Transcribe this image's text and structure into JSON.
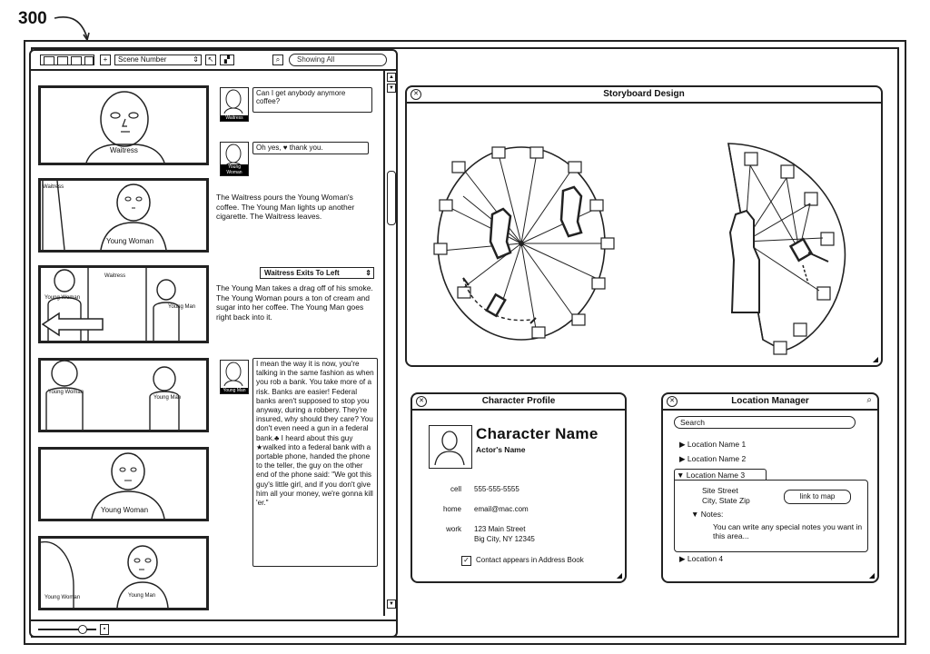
{
  "figure_label": "300",
  "toolbar": {
    "scene_select": "Scene Number",
    "search_placeholder": "Showing All"
  },
  "script_panel": {
    "frames": [
      {
        "labels": [
          "Waitress"
        ]
      },
      {
        "labels": [
          "Waitress",
          "Young Woman"
        ]
      },
      {
        "labels": [
          "Waitress",
          "Young Man",
          "Young Woman"
        ]
      },
      {
        "labels": [
          "Young Woman",
          "Young Man"
        ]
      },
      {
        "labels": [
          "Young Woman"
        ]
      },
      {
        "labels": [
          "Young Woman",
          "Young Man"
        ]
      }
    ],
    "dialogue": {
      "line1": "Can I get anybody anymore coffee?",
      "avatar1": "Waitress",
      "line2": "Oh yes, ♥ thank you.",
      "avatar2": "Young Woman",
      "action1": "The Waitress pours the Young Woman's coffee. The Young Man lights up another cigarette. The Waitress leaves.",
      "transition": "Waitress Exits To Left",
      "action2": "The Young Man takes a drag off of his smoke. The Young Woman pours a ton of cream and sugar into her coffee. The Young Man goes right back into it.",
      "avatar3": "Young Man",
      "speech": "I mean the way it is now, you're talking in the same fashion as when you rob a bank. You take more of a risk. Banks are easier! Federal banks aren't supposed to stop you anyway, during a robbery. They're insured, why should they care? You don't even need a gun in a federal bank.♣ I heard about this guy ★walked into a federal bank with a portable phone, handed the phone to the teller, the guy on the other end of the phone said: \"We got this guy's little girl, and if you don't give him all your money, we're gonna kill 'er.\""
    }
  },
  "storyboard": {
    "title": "Storyboard Design"
  },
  "character_profile": {
    "title": "Character Profile",
    "name": "Character Name",
    "actor": "Actor's Name",
    "cell_label": "cell",
    "cell_value": "555-555-5555",
    "home_label": "home",
    "home_value": "email@mac.com",
    "work_label": "work",
    "work_value1": "123 Main Street",
    "work_value2": "Big City, NY 12345",
    "checkbox_label": "Contact appears in Address Book"
  },
  "location_manager": {
    "title": "Location Manager",
    "search_placeholder": "Search",
    "loc1": "Location Name 1",
    "loc2": "Location Name 2",
    "loc3": "Location Name 3",
    "street": "Site Street",
    "city": "City, State Zip",
    "link_button": "link to map",
    "notes_label": "Notes:",
    "notes_text": "You can write any special notes you want in this area...",
    "loc4": "Location 4"
  }
}
